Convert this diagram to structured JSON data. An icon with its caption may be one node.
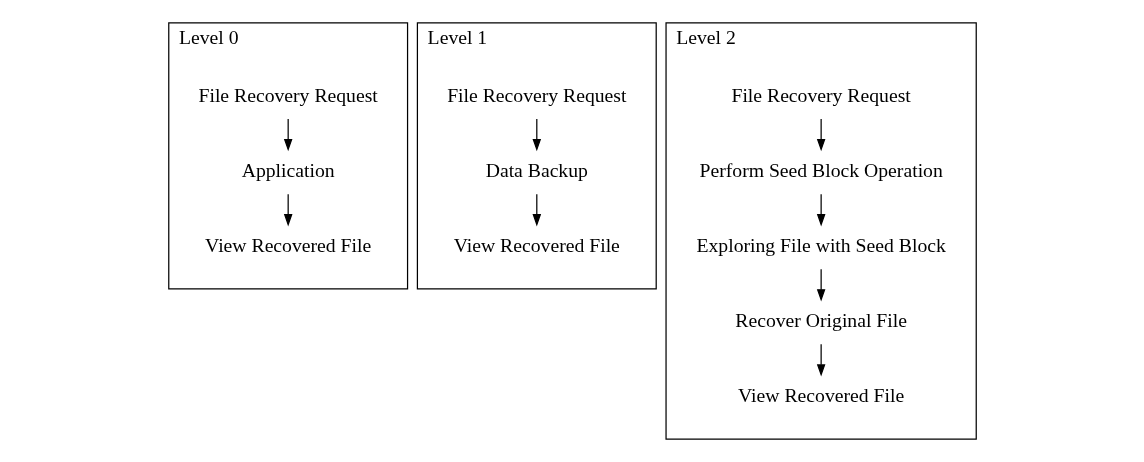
{
  "diagram": {
    "nodes": [
      {
        "text": [
          "Level 0"
        ]
      },
      {
        "text": [
          "File Recovery Request"
        ],
        "in": 0
      },
      {
        "text": [
          "Application"
        ],
        "in": 0
      },
      {
        "text": [
          "View Recovered File"
        ],
        "in": 0
      },
      {
        "text": [
          "Level 1"
        ]
      },
      {
        "text": [
          "File Recovery Request"
        ],
        "in": 4
      },
      {
        "text": [
          "Data Backup"
        ],
        "in": 4
      },
      {
        "text": [
          "View Recovered File"
        ],
        "in": 4
      },
      {
        "text": [
          "Level 2"
        ]
      },
      {
        "text": [
          "File Recovery Request"
        ],
        "in": 8
      },
      {
        "text": [
          "Perform Seed Block Operation"
        ],
        "in": 8
      },
      {
        "text": [
          "Exploring File with Seed Block"
        ],
        "in": 8
      },
      {
        "text": [
          "Recover Original File"
        ],
        "in": 8
      },
      {
        "text": [
          "View Recovered File"
        ],
        "in": 8
      }
    ],
    "edges": [
      {
        "from": 1,
        "to": 2,
        "arrow": "to"
      },
      {
        "from": 2,
        "to": 3,
        "arrow": "to"
      },
      {
        "from": 5,
        "to": 6,
        "arrow": "to"
      },
      {
        "from": 6,
        "to": 7,
        "arrow": "to"
      },
      {
        "from": 9,
        "to": 10,
        "arrow": "to"
      },
      {
        "from": 10,
        "to": 11,
        "arrow": "to"
      },
      {
        "from": 11,
        "to": 12,
        "arrow": "to"
      },
      {
        "from": 12,
        "to": 13,
        "arrow": "to"
      }
    ]
  }
}
